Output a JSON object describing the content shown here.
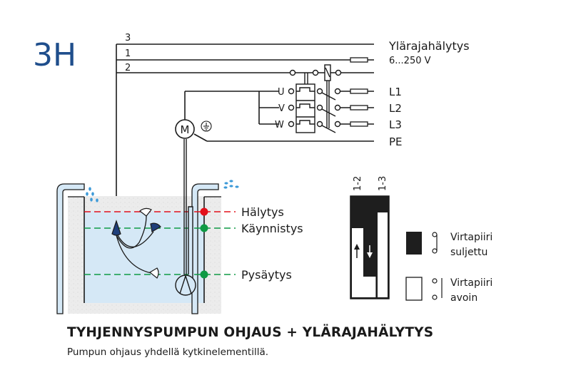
{
  "diagram_id": "3H",
  "wires": {
    "labels": [
      "3",
      "1",
      "2"
    ],
    "right_labels": {
      "alarm": "Ylärajahälytys",
      "voltage": "6...250 V",
      "l1": "L1",
      "l2": "L2",
      "l3": "L3",
      "pe": "PE"
    },
    "motor_terminals": [
      "U",
      "V",
      "W"
    ],
    "motor_label": "M"
  },
  "levels": [
    {
      "name": "Hälytys",
      "color": "#e3101b"
    },
    {
      "name": "Käynnistys",
      "color": "#0f9a45"
    },
    {
      "name": "Pysäytys",
      "color": "#0f9a45"
    }
  ],
  "switch_chart": {
    "columns": [
      "1-2",
      "1-3"
    ],
    "legend": [
      {
        "state": "closed",
        "line1": "Virtapiiri",
        "line2": "suljettu"
      },
      {
        "state": "open",
        "line1": "Virtapiiri",
        "line2": "avoin"
      }
    ]
  },
  "colors": {
    "brand_blue": "#1f4e8c",
    "water": "#d5e8f6",
    "float_blue": "#1f3f7a",
    "drop_blue": "#3d9ad8"
  },
  "caption": {
    "title": "TYHJENNYSPUMPUN OHJAUS + YLÄRAJAHÄLYTYS",
    "subtitle": "Pumpun ohjaus yhdellä kytkinelementillä."
  }
}
